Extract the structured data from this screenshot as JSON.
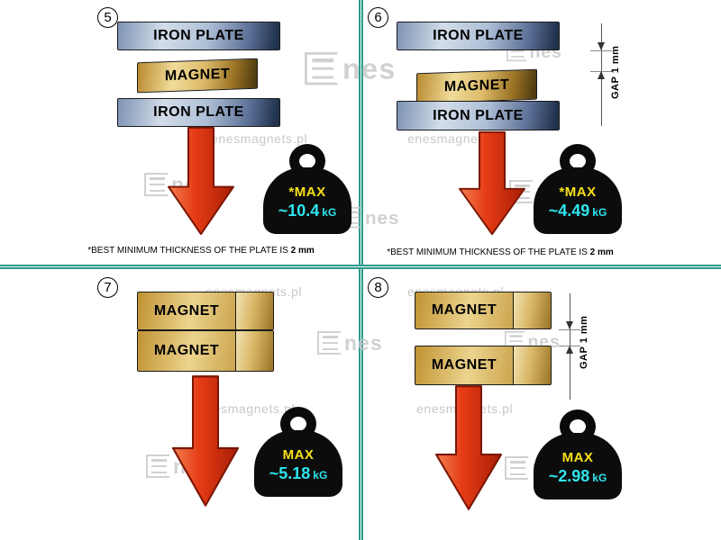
{
  "watermark": {
    "site": "enesmagnets.pl",
    "logo_text": "nes"
  },
  "panels": {
    "p5": {
      "number": "5",
      "layers": [
        "IRON PLATE",
        "MAGNET",
        "IRON PLATE"
      ],
      "weight": {
        "label": "*MAX",
        "value": "~10.4",
        "unit": "kG"
      },
      "footnote": {
        "text": "*BEST MINIMUM THICKNESS OF THE PLATE IS",
        "bold": "2 mm"
      }
    },
    "p6": {
      "number": "6",
      "layers": [
        "IRON PLATE",
        "MAGNET",
        "IRON PLATE"
      ],
      "gap_label": "GAP 1 mm",
      "weight": {
        "label": "*MAX",
        "value": "~4.49",
        "unit": "kG"
      },
      "footnote": {
        "text": "*BEST MINIMUM THICKNESS OF THE PLATE IS",
        "bold": "2 mm"
      }
    },
    "p7": {
      "number": "7",
      "layers": [
        "MAGNET",
        "MAGNET"
      ],
      "weight": {
        "label": "MAX",
        "value": "~5.18",
        "unit": "kG"
      }
    },
    "p8": {
      "number": "8",
      "layers": [
        "MAGNET",
        "MAGNET"
      ],
      "gap_label": "GAP 1 mm",
      "weight": {
        "label": "MAX",
        "value": "~2.98",
        "unit": "kG"
      }
    }
  },
  "colors": {
    "divider_teal": "#2d9c8d",
    "arrow_red": "#e63c16",
    "max_yellow": "#f7e017",
    "value_cyan": "#2ee6ef",
    "iron_plate_blue": "#8fa3c0",
    "magnet_gold": "#d9b05a",
    "watermark_gray": "#c8c8c8"
  }
}
